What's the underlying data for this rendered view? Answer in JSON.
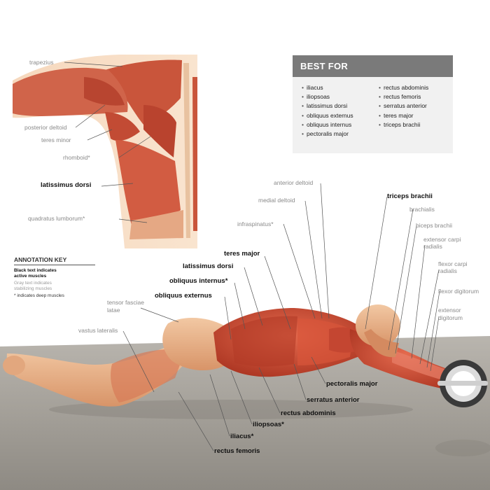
{
  "best_for": {
    "title": "BEST FOR",
    "col1": [
      "iliacus",
      "iliopsoas",
      "latissimus dorsi",
      "obliquus externus",
      "obliquus internus",
      "pectoralis major"
    ],
    "col2": [
      "rectus abdominis",
      "rectus femoris",
      "serratus anterior",
      "teres major",
      "triceps brachii"
    ]
  },
  "annotation_key": {
    "title": "ANNOTATION KEY",
    "black_line1": "Black text indicates",
    "black_line2": "active muscles",
    "gray_line1": "Gray text indicates",
    "gray_line2": "stabilizing muscles",
    "deep_note": "* indicates deep muscles"
  },
  "back_inset_labels": {
    "trapezius": "trapezius",
    "posterior_deltoid": "posterior deltoid",
    "teres_minor": "teres minor",
    "rhomboid": "rhomboid*",
    "latissimus_dorsi": "latissimus dorsi",
    "quadratus_lumborum": "quadratus lumborum*"
  },
  "labels": {
    "anterior_deltoid": "anterior deltoid",
    "medial_deltoid": "medial deltoid",
    "infraspinatus": "infraspinatus*",
    "teres_major": "teres major",
    "latissimus_dorsi": "latissimus dorsi",
    "obliquus_internus": "obliquus internus*",
    "obliquus_externus": "obliquus externus",
    "tensor_fasciae_latae_1": "tensor fasciae",
    "tensor_fasciae_latae_2": "latae",
    "vastus_lateralis": "vastus lateralis",
    "triceps_brachii": "triceps brachii",
    "brachialis": "brachialis",
    "biceps_brachii": "biceps brachii",
    "extensor_carpi_radialis_1": "extensor carpi",
    "extensor_carpi_radialis_2": "radialis",
    "flexor_carpi_radialis_1": "flexor carpi",
    "flexor_carpi_radialis_2": "radialis",
    "flexor_digitorum": "flexor digitorum",
    "extensor_digitorum_1": "extensor",
    "extensor_digitorum_2": "digitorum",
    "pectoralis_major": "pectoralis major",
    "serratus_anterior": "serratus anterior",
    "rectus_abdominis": "rectus abdominis",
    "iliopsoas": "iliopsoas*",
    "iliacus": "iliacus*",
    "rectus_femoris": "rectus femoris"
  },
  "colors": {
    "muscle_red": "#c8432f",
    "muscle_light": "#e07a5f",
    "skin": "#e9b48d",
    "floor": "#9d9891",
    "box_header": "#7a7a7a"
  }
}
